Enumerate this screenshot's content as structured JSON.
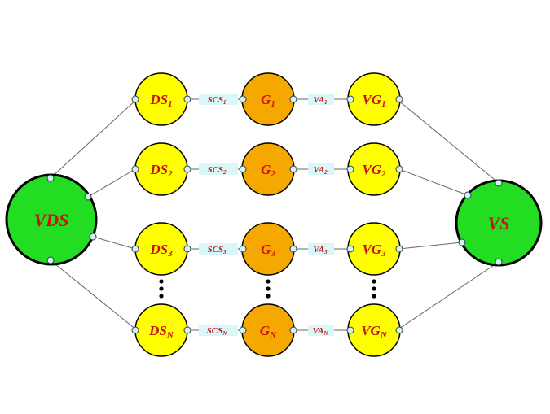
{
  "colors": {
    "hub": "#22dd22",
    "node_yellow": "#ffff00",
    "node_orange": "#f5a800",
    "edge_box": "#d9f7f9",
    "label": "#cc1111",
    "port": "#d2f5f2"
  },
  "hubs": {
    "left": {
      "base": "VDS"
    },
    "right": {
      "base": "VS"
    }
  },
  "rows": [
    {
      "ds": "DS",
      "g": "G",
      "vg": "VG",
      "scs": "SCS",
      "va": "VA",
      "sub": "1"
    },
    {
      "ds": "DS",
      "g": "G",
      "vg": "VG",
      "scs": "SCS",
      "va": "VA",
      "sub": "2"
    },
    {
      "ds": "DS",
      "g": "G",
      "vg": "VG",
      "scs": "SCS",
      "va": "VA",
      "sub": "3"
    },
    {
      "ds": "DS",
      "g": "G",
      "vg": "VG",
      "scs": "SCS",
      "va": "VA",
      "sub": "N"
    }
  ],
  "ellipsis": "⋮"
}
